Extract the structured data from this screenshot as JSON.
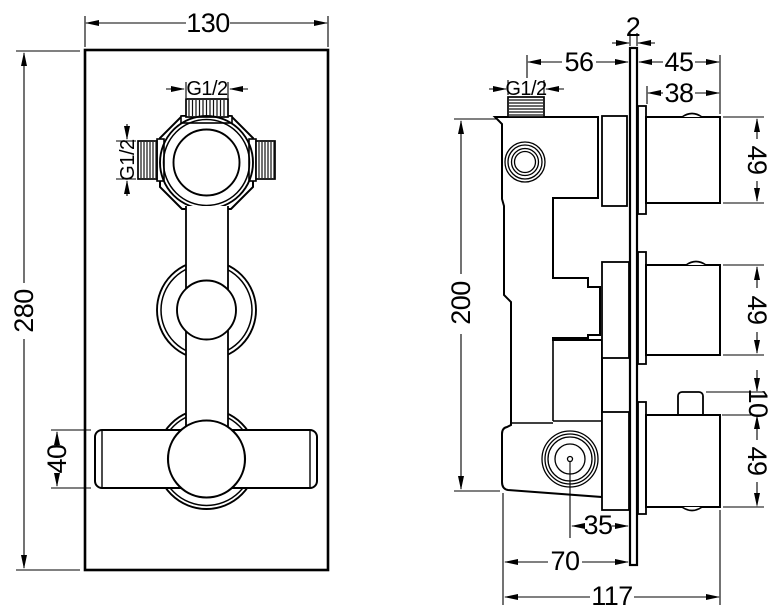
{
  "colors": {
    "line": "#000000",
    "background": "#ffffff"
  },
  "front": {
    "width": "130",
    "height": "280",
    "handle_height": "40",
    "thread_top": "G1/2",
    "thread_side": "G1/2"
  },
  "side": {
    "plate_thickness": "2",
    "body_to_plate": "56",
    "plate_to_knob_face": "45",
    "knob_depth": "38",
    "knob_top_height": "49",
    "knob_mid_height": "49",
    "diverter_lever_height": "10",
    "knob_bottom_height": "49",
    "body_height": "200",
    "thread_top": "G1/2",
    "outlet_to_plate": "35",
    "body_depth": "70",
    "total_depth": "117"
  }
}
